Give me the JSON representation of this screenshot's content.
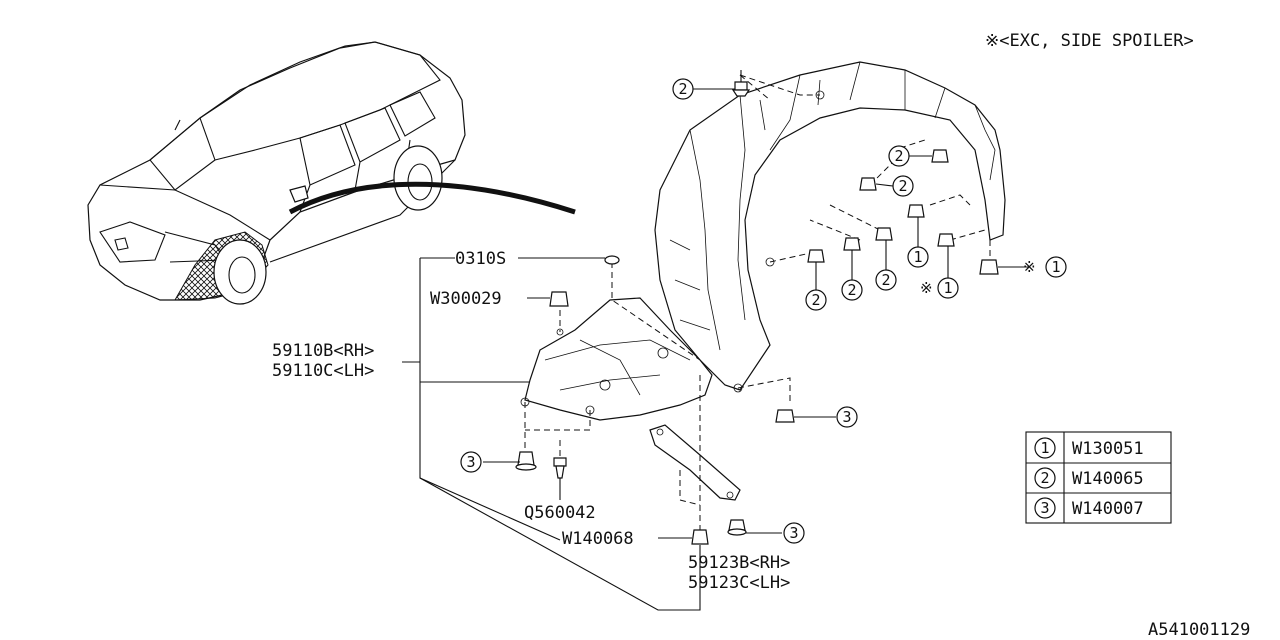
{
  "note": "※<EXC, SIDE SPOILER>",
  "diagram_code": "A541001129",
  "labels": {
    "p0310s": "0310S",
    "w300029": "W300029",
    "p59110b": "59110B<RH>",
    "p59110c": "59110C<LH>",
    "q560042": "Q560042",
    "w140068": "W140068",
    "p59123b": "59123B<RH>",
    "p59123c": "59123C<LH>"
  },
  "callout_marks": {
    "one": "1",
    "two": "2",
    "three": "3",
    "note_star": "※"
  },
  "legend": [
    {
      "num": "1",
      "part": "W130051"
    },
    {
      "num": "2",
      "part": "W140065"
    },
    {
      "num": "3",
      "part": "W140007"
    }
  ]
}
